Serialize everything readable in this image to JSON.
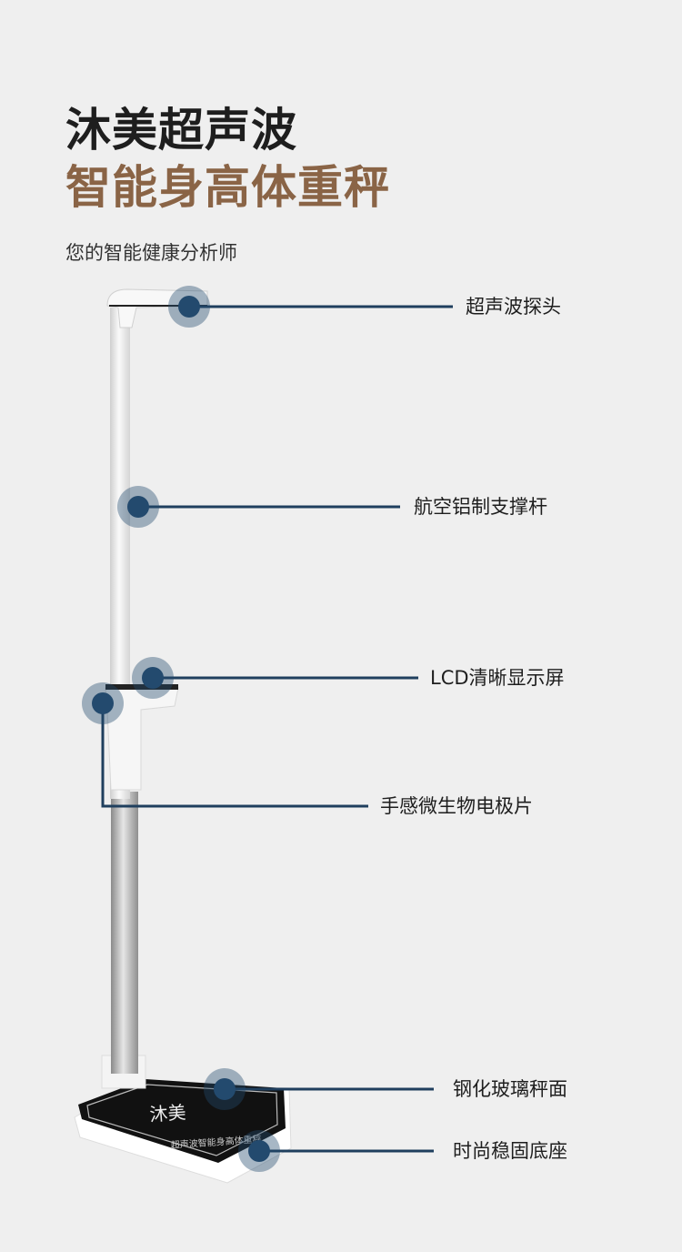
{
  "header": {
    "brand_title": "沐美超声波",
    "product_title": "智能身高体重秤",
    "subtitle": "您的智能健康分析师"
  },
  "features": [
    {
      "label": "超声波探头"
    },
    {
      "label": "航空铝制支撑杆"
    },
    {
      "label": "LCD清晰显示屏"
    },
    {
      "label": "手感微生物电极片"
    },
    {
      "label": "钢化玻璃秤面"
    },
    {
      "label": "时尚稳固底座"
    }
  ],
  "product": {
    "logo_text": "沐美",
    "platform_text": "超声波智能身高体重秤"
  },
  "colors": {
    "background": "#efefef",
    "accent_brown": "#8a6446",
    "callout_line": "#1f3f5e",
    "callout_dot": "#234a6e"
  }
}
